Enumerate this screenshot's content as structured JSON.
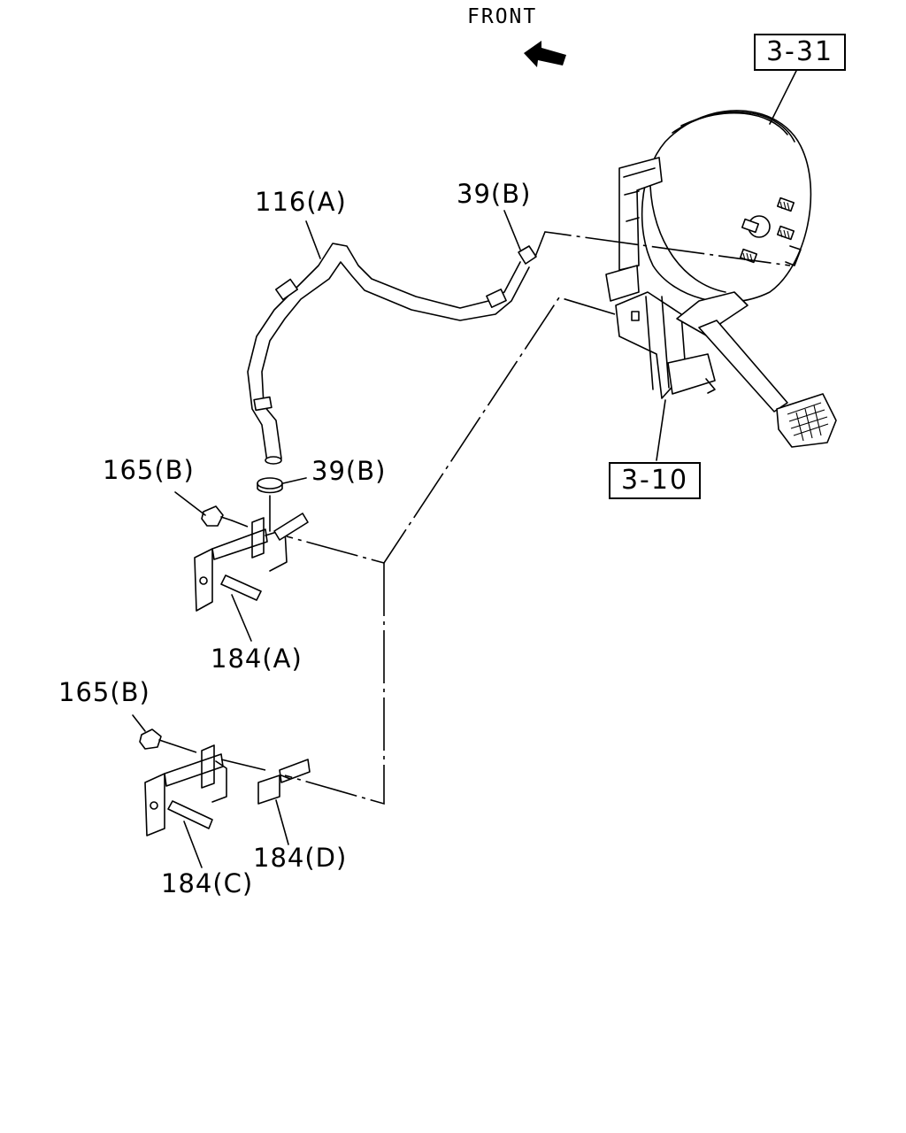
{
  "direction_label": "FRONT",
  "refs": {
    "booster_ref": "3-31",
    "pedal_ref": "3-10"
  },
  "callouts": {
    "hose_a": "116(A)",
    "clip_upper": "39(B)",
    "clip_lower": "39(B)",
    "bolt_upper": "165(B)",
    "bolt_lower": "165(B)",
    "bracket_a": "184(A)",
    "bracket_c": "184(C)",
    "bracket_d": "184(D)"
  },
  "icons": {
    "front_arrow": "arrow-up-left-icon"
  }
}
